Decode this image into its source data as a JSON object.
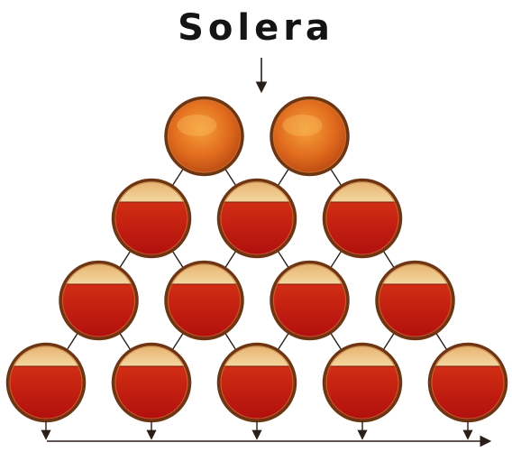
{
  "title": "Solera",
  "colors": {
    "wine_top": "#e0661c",
    "wine_mid": "#cf2a14",
    "wine_bottom": "#b3100d",
    "air": "#f1cb8c",
    "rim": "#6e3513",
    "arrow": "#2b1f1a"
  },
  "tiers": [
    {
      "barrels": 2,
      "fill": 1.0
    },
    {
      "barrels": 3,
      "fill": 0.72
    },
    {
      "barrels": 4,
      "fill": 0.72
    },
    {
      "barrels": 5,
      "fill": 0.72
    }
  ]
}
